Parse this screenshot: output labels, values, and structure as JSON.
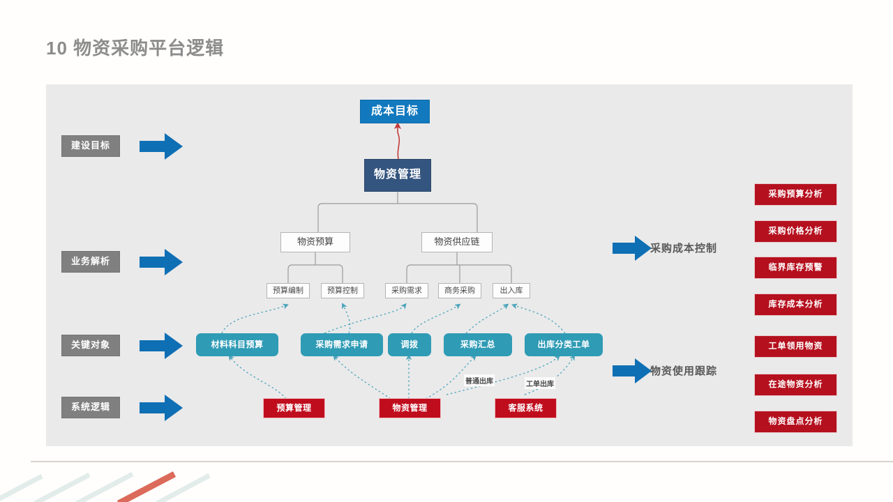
{
  "page": {
    "title": "10 物资采购平台逻辑",
    "accent_blue": "#1279BE",
    "accent_navy": "#34557F",
    "accent_teal": "#2F9BB5",
    "accent_red": "#C00D1E",
    "accent_card_red": "#B5101E",
    "panel_bg": "#EAEAEA",
    "page_bg": "#FFFEFC"
  },
  "stages": [
    {
      "label": "建设目标",
      "arrow": "right-arrow-icon"
    },
    {
      "label": "业务解析",
      "arrow": "right-arrow-icon"
    },
    {
      "label": "关键对象",
      "arrow": "right-arrow-icon"
    },
    {
      "label": "系统逻辑",
      "arrow": "right-arrow-icon"
    }
  ],
  "tree": {
    "goal": "成本目标",
    "root": "物资管理",
    "level2": [
      "物资预算",
      "物资供应链"
    ],
    "level3": [
      "预算编制",
      "预算控制",
      "采购需求",
      "商务采购",
      "出入库"
    ]
  },
  "key_objects": [
    "材料科目预算",
    "采购需求申请",
    "调拨",
    "采购汇总",
    "出库分类工单"
  ],
  "systems": [
    "预算管理",
    "物资管理",
    "客服系统"
  ],
  "edge_labels": [
    "普通出库",
    "工单出库"
  ],
  "outcomes": [
    {
      "label": "采购成本控制",
      "arrow": "right-arrow-icon"
    },
    {
      "label": "物资使用跟踪",
      "arrow": "right-arrow-icon"
    }
  ],
  "analysis_cards": [
    "采购预算分析",
    "采购价格分析",
    "临界库存预警",
    "库存成本分析",
    "工单领用物资",
    "在途物资分析",
    "物资盘点分析"
  ]
}
